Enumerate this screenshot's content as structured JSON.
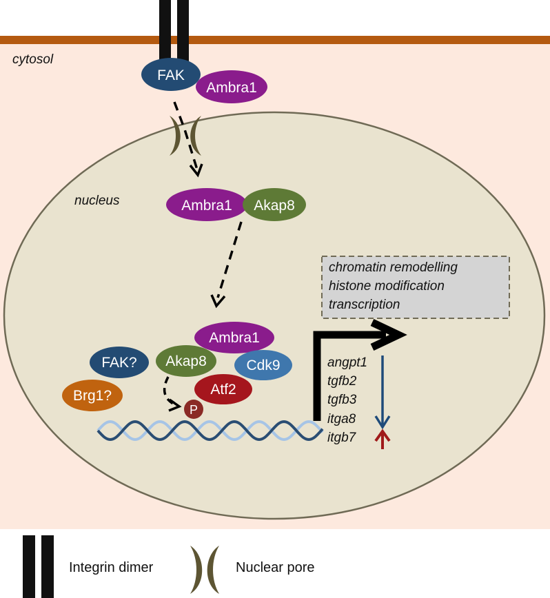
{
  "labels": {
    "cytosol": "cytosol",
    "nucleus": "nucleus"
  },
  "proteins": {
    "fak": "FAK",
    "ambra1": "Ambra1",
    "akap8": "Akap8",
    "fak_q": "FAK?",
    "cdk9": "Cdk9",
    "atf2": "Atf2",
    "brg1_q": "Brg1?",
    "p": "P"
  },
  "processes": [
    "chromatin remodelling",
    "histone modification",
    "transcription"
  ],
  "genes": [
    "angpt1",
    "tgfb2",
    "tgfb3",
    "itga8",
    "itgb7"
  ],
  "legend": {
    "integrin": "Integrin dimer",
    "pore": "Nuclear pore"
  },
  "colors": {
    "cytosol_bg": "#fde9de",
    "membrane": "#b45a10",
    "nucleus_fill": "#e9e3cf",
    "nucleus_stroke": "#6f6a55",
    "ambra1": "#8a1c8c",
    "akap8": "#5e7a36",
    "fak": "#234b73",
    "cdk9": "#3f77ad",
    "atf2": "#a5161d",
    "brg1": "#c0630f",
    "phospho": "#8a2a25",
    "pore": "#5d5533",
    "dna_dark": "#2a4d73",
    "dna_light": "#a6c4e6",
    "down_arrow": "#1f4b7a",
    "up_arrow": "#a01a1a",
    "process_box": "#d4d4d4"
  }
}
